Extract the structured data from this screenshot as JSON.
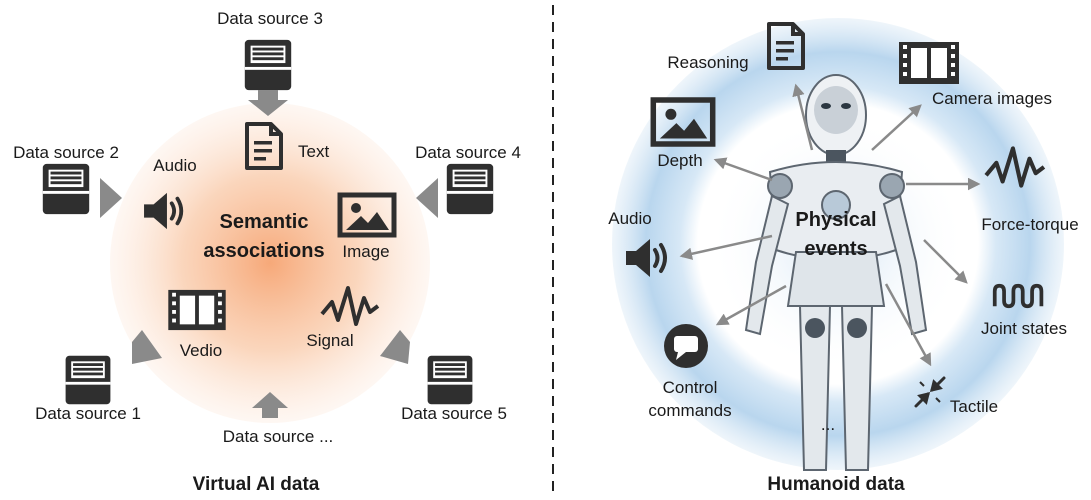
{
  "left_panel": {
    "title": "Virtual AI data",
    "center_line1": "Semantic",
    "center_line2": "associations",
    "sources": [
      {
        "label": "Data source 1"
      },
      {
        "label": "Data source 2"
      },
      {
        "label": "Data source 3"
      },
      {
        "label": "Data source 4"
      },
      {
        "label": "Data source 5"
      },
      {
        "label": "Data source ..."
      }
    ],
    "modalities": {
      "text": "Text",
      "audio": "Audio",
      "image": "Image",
      "vedio": "Vedio",
      "signal": "Signal"
    }
  },
  "right_panel": {
    "title": "Humanoid data",
    "center_line1": "Physical",
    "center_line2": "events",
    "modalities": {
      "reasoning": "Reasoning",
      "camera": "Camera images",
      "depth": "Depth",
      "audio": "Audio",
      "force": "Force-torque",
      "joint": "Joint states",
      "control1": "Control",
      "control2": "commands",
      "tactile": "Tactile",
      "more": "..."
    }
  },
  "colors": {
    "left_glow": "#f6b48a",
    "right_ring": "#b9d6ee",
    "arrow": "#8a8a8a",
    "icon": "#2f2f2f"
  },
  "icons": [
    "tray-icon",
    "document-icon",
    "speaker-icon",
    "image-icon",
    "film-icon",
    "signal-icon",
    "chat-icon",
    "tactile-icon",
    "wave-icon",
    "robot-icon"
  ]
}
